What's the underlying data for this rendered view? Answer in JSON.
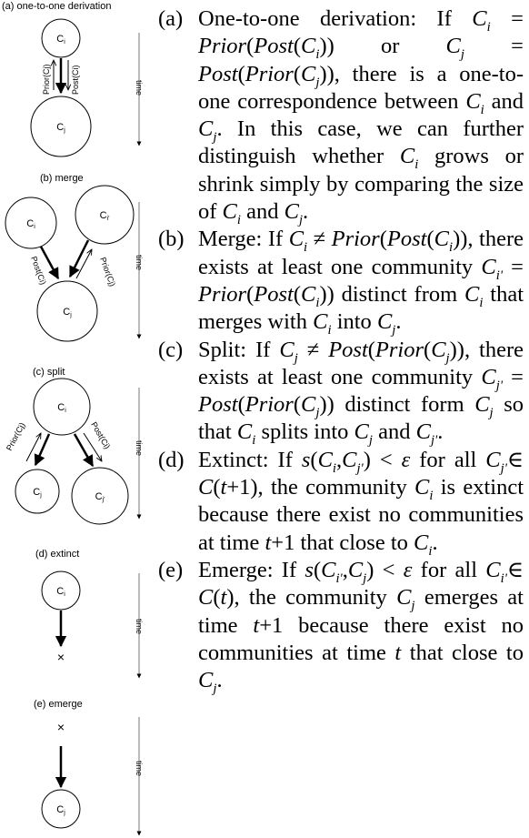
{
  "figure": {
    "panels": [
      {
        "caption": "(a) one-to-one derivation",
        "top": "C",
        "top_sub": "i",
        "bottom": "C",
        "bottom_sub": "j",
        "left_label": "Prior(Cj)",
        "right_label": "Post(Ci)",
        "time_label": "time"
      },
      {
        "caption": "(b) merge",
        "left": "C",
        "left_sub": "i",
        "right": "C",
        "right_sub": "i'",
        "bottom": "C",
        "bottom_sub": "j",
        "left_label": "Post(Ci)",
        "right_label": "Prior(Cj)",
        "time_label": "time"
      },
      {
        "caption": "(c) split",
        "top": "C",
        "top_sub": "i",
        "left": "C",
        "left_sub": "j",
        "right": "C",
        "right_sub": "j'",
        "left_label": "Prior(Cj)",
        "right_label": "Post(Ci)",
        "time_label": "time"
      },
      {
        "caption": "(d) extinct",
        "top": "C",
        "top_sub": "i",
        "end_mark": "×",
        "time_label": "time"
      },
      {
        "caption": "(e) emerge",
        "start_mark": "×",
        "bottom": "C",
        "bottom_sub": "j",
        "time_label": "time"
      }
    ]
  },
  "items": [
    {
      "marker": "(a)",
      "html": "One-to-one derivation: If <span class=\"it\">C<sub>i</sub></span> = <span class=\"it\">Prior</span>(<span class=\"it\">Post</span>(<span class=\"it\">C<sub>i</sub></span>)) or <span class=\"it\">C<sub>j</sub></span> = <span class=\"it\">Post</span>(<span class=\"it\">Prior</span>(<span class=\"it\">C<sub>j</sub></span>)), there is a one-to-one correspondence between <span class=\"it\">C<sub>i</sub></span> and <span class=\"it\">C<sub>j</sub></span>. In this case, we can further distinguish whether <span class=\"it\">C<sub>i</sub></span> grows or shrink simply by comparing the size of <span class=\"it\">C<sub>i</sub></span> and <span class=\"it\">C<sub>j</sub></span>."
    },
    {
      "marker": "(b)",
      "html": "Merge: If <span class=\"it\">C<sub>i</sub></span> ≠ <span class=\"it\">Prior</span>(<span class=\"it\">Post</span>(<span class=\"it\">C<sub>i</sub></span>)), there exists at least one community <span class=\"it\">C<sub>i'</sub></span> = <span class=\"it\">Prior</span>(<span class=\"it\">Post</span>(<span class=\"it\">C<sub>i</sub></span>)) distinct from <span class=\"it\">C<sub>i</sub></span> that merges with <span class=\"it\">C<sub>i</sub></span> into <span class=\"it\">C<sub>j</sub></span>."
    },
    {
      "marker": "(c)",
      "html": "Split: If <span class=\"it\">C<sub>j</sub></span> ≠ <span class=\"it\">Post</span>(<span class=\"it\">Prior</span>(<span class=\"it\">C<sub>j</sub></span>)), there exists at least one community <span class=\"it\">C<sub>j'</sub></span> = <span class=\"it\">Post</span>(<span class=\"it\">Prior</span>(<span class=\"it\">C<sub>j</sub></span>)) distinct form <span class=\"it\">C<sub>j</sub></span> so that <span class=\"it\">C<sub>i</sub></span> splits into <span class=\"it\">C<sub>j</sub></span> and <span class=\"it\">C<sub>j'</sub></span>."
    },
    {
      "marker": "(d)",
      "html": "Extinct: If <span class=\"it\">s</span>(<span class=\"it\">C<sub>i</sub></span>,<span class=\"it\">C<sub>j'</sub></span>) &lt; <span class=\"it\">ε</span> for all <span class=\"it\">C<sub>j'</sub></span>∈ <span class=\"it\">C</span>(<span class=\"it\">t</span>+1), the community <span class=\"it\">C<sub>i</sub></span> is extinct because there exist no communities at time <span class=\"it\">t</span>+1 that close to <span class=\"it\">C<sub>i</sub></span>."
    },
    {
      "marker": "(e)",
      "html": "Emerge: If <span class=\"it\">s</span>(<span class=\"it\">C<sub>i'</sub></span>,<span class=\"it\">C<sub>j</sub></span>) &lt; <span class=\"it\">ε</span> for all <span class=\"it\">C<sub>i'</sub></span>∈ <span class=\"it\">C</span>(<span class=\"it\">t</span>), the community <span class=\"it\">C<sub>j</sub></span> emerges at time <span class=\"it\">t</span>+1 because there exist no communities at time <span class=\"it\">t</span> that close to <span class=\"it\">C<sub>j</sub></span>."
    }
  ]
}
